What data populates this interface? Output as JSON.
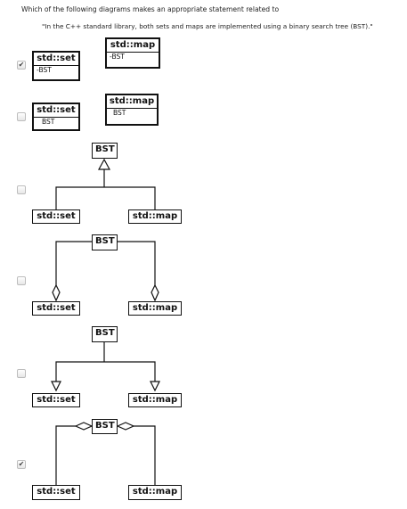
{
  "question": {
    "prompt": "Which of the following diagrams makes an appropriate statement related to",
    "quote": "\"In the C++ standard library, both sets and maps are implemented using a binary search tree (BST).\""
  },
  "options": [
    {
      "id": "a",
      "checked": true,
      "set_name": "std::set",
      "set_attr": "-BST",
      "map_name": "std::map",
      "map_attr": "-BST"
    },
    {
      "id": "b",
      "checked": false,
      "set_name": "std::set",
      "set_attr": "BST",
      "map_name": "std::map",
      "map_attr": "BST"
    },
    {
      "id": "c",
      "checked": false,
      "bst": "BST",
      "set_name": "std::set",
      "map_name": "std::map",
      "relation": "generalization"
    },
    {
      "id": "d",
      "checked": false,
      "bst": "BST",
      "set_name": "std::set",
      "map_name": "std::map",
      "relation": "aggregation"
    },
    {
      "id": "e",
      "checked": false,
      "bst": "BST",
      "set_name": "std::set",
      "map_name": "std::map",
      "relation": "open-arrow"
    },
    {
      "id": "f",
      "checked": true,
      "bst": "BST",
      "set_name": "std::set",
      "map_name": "std::map",
      "relation": "aggregation"
    }
  ],
  "checkmark_glyph": "✔"
}
